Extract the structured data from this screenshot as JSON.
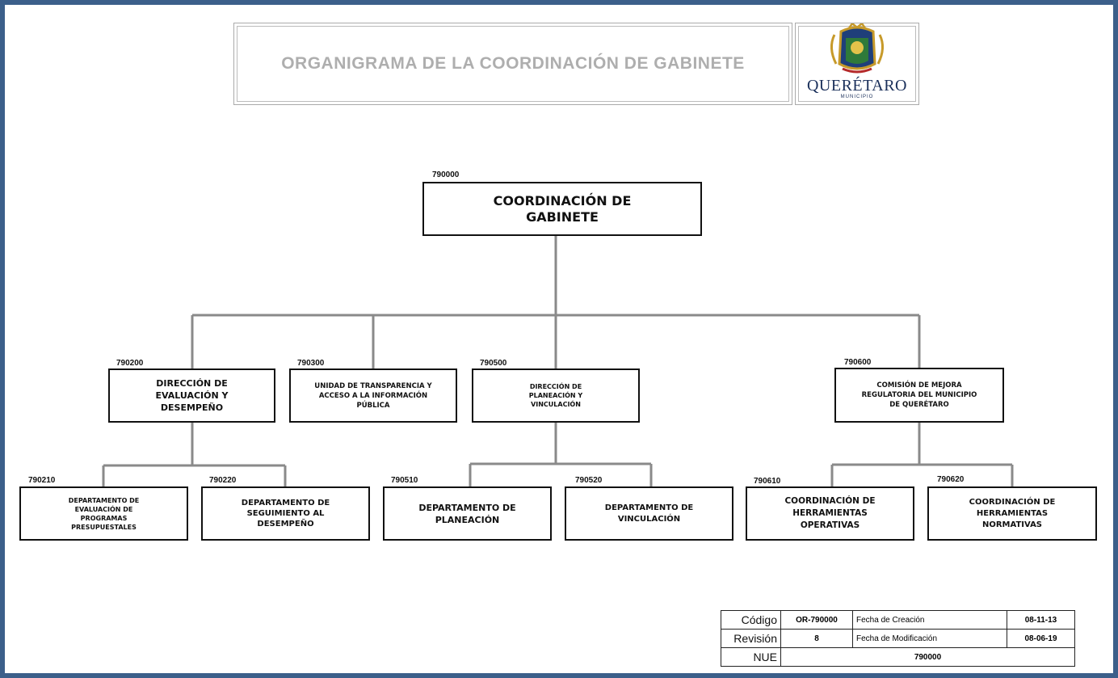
{
  "header": {
    "title": "ORGANIGRAMA DE LA COORDINACIÓN DE GABINETE",
    "logo_word": "QUERÉTARO",
    "logo_sub": "MUNICIPIO",
    "logo_icon": "coat-of-arms"
  },
  "nodes": {
    "root": {
      "code": "790000",
      "label": "COORDINACIÓN DE GABINETE"
    },
    "n790200": {
      "code": "790200",
      "label": "DIRECCIÓN DE EVALUACIÓN Y DESEMPEÑO"
    },
    "n790300": {
      "code": "790300",
      "label": "UNIDAD DE TRANSPARENCIA Y ACCESO A LA INFORMACIÓN PÚBLICA"
    },
    "n790500": {
      "code": "790500",
      "label": "DIRECCIÓN DE PLANEACIÓN Y VINCULACIÓN"
    },
    "n790600": {
      "code": "790600",
      "label": "COMISIÓN DE MEJORA REGULATORIA DEL MUNICIPIO DE QUERÉTARO"
    },
    "n790210": {
      "code": "790210",
      "label": "DEPARTAMENTO DE EVALUACIÓN DE PROGRAMAS PRESUPUESTALES"
    },
    "n790220": {
      "code": "790220",
      "label": "DEPARTAMENTO DE SEGUIMIENTO AL DESEMPEÑO"
    },
    "n790510": {
      "code": "790510",
      "label": "DEPARTAMENTO DE PLANEACIÓN"
    },
    "n790520": {
      "code": "790520",
      "label": "DEPARTAMENTO DE VINCULACIÓN"
    },
    "n790610": {
      "code": "790610",
      "label": "COORDINACIÓN DE HERRAMIENTAS OPERATIVAS"
    },
    "n790620": {
      "code": "790620",
      "label": "COORDINACIÓN DE HERRAMIENTAS NORMATIVAS"
    }
  },
  "info_table": {
    "codigo_label": "Código",
    "codigo_value": "OR-790000",
    "creacion_label": "Fecha de Creación",
    "creacion_value": "08-11-13",
    "revision_label": "Revisión",
    "revision_value": "8",
    "modificacion_label": "Fecha de Modificación",
    "modificacion_value": "08-06-19",
    "nue_label": "NUE",
    "nue_value": "790000"
  },
  "colors": {
    "frame": "#3c5f8a",
    "connector": "#8a8a8a",
    "title": "#aeaeae"
  }
}
